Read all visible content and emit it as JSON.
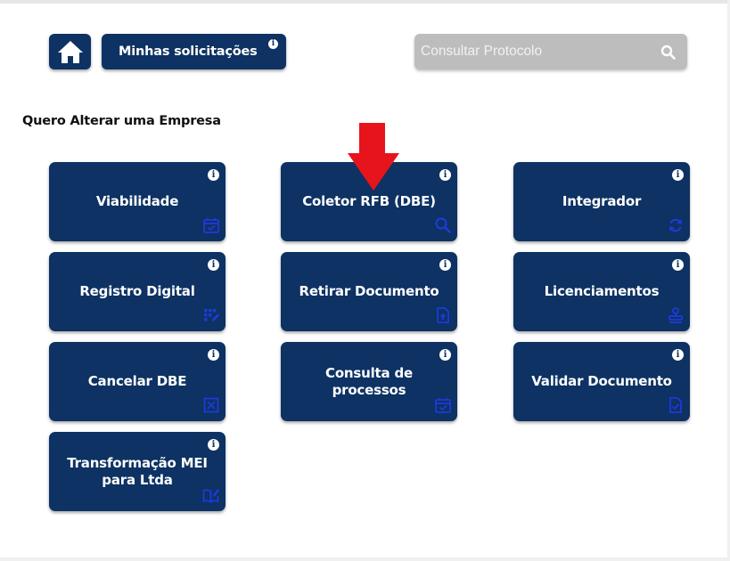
{
  "header": {
    "home_icon": "home-icon",
    "requests_label": "Minhas solicitações",
    "info_glyph": "i"
  },
  "search": {
    "placeholder": "Consultar Protocolo",
    "value": "",
    "icon": "search-icon"
  },
  "section_title": "Quero Alterar uma Empresa",
  "colors": {
    "card": "#0d3263",
    "card_icon": "#1e3ad9",
    "search_bg": "#bdbdbd",
    "arrow": "#e8141c"
  },
  "cards": [
    {
      "label": "Viabilidade",
      "icon": "calendar-check-icon"
    },
    {
      "label": "Coletor RFB (DBE)",
      "icon": "search-icon"
    },
    {
      "label": "Integrador",
      "icon": "refresh-icon"
    },
    {
      "label": "Registro Digital",
      "icon": "grid-edit-icon"
    },
    {
      "label": "Retirar Documento",
      "icon": "file-upload-icon"
    },
    {
      "label": "Licenciamentos",
      "icon": "stamp-icon"
    },
    {
      "label": "Cancelar DBE",
      "icon": "close-box-icon"
    },
    {
      "label": "Consulta de processos",
      "icon": "calendar-check-icon"
    },
    {
      "label": "Validar Documento",
      "icon": "file-check-icon"
    },
    {
      "label": "Transformação MEI para Ltda",
      "icon": "book-edit-icon"
    }
  ]
}
